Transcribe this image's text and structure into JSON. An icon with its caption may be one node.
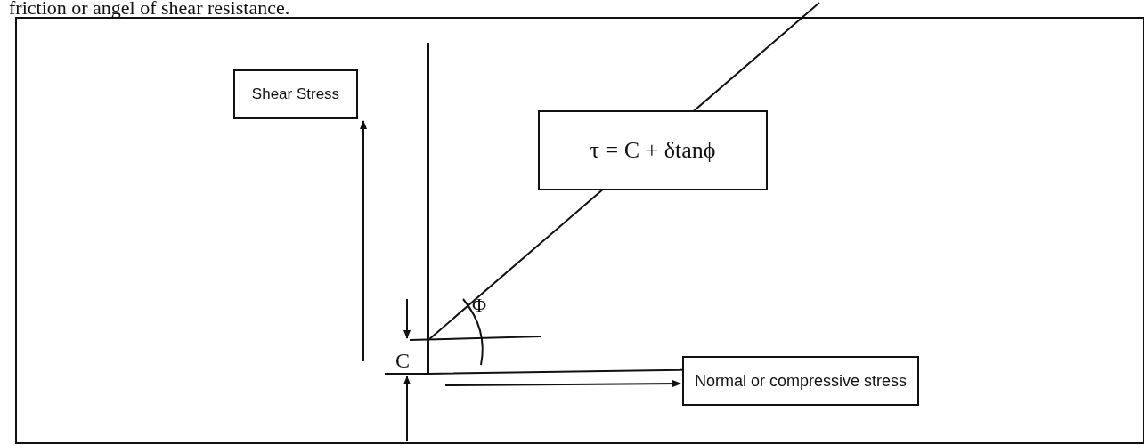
{
  "diagram": {
    "nodes": [
      {
        "text": [
          "Shear Stress"
        ]
      },
      {
        "text": [
          "τ = C + δtanϕ"
        ]
      },
      {
        "text": [
          "Normal or compressive stress"
        ]
      }
    ],
    "edges": [
      {
        "from": null,
        "to": 0,
        "arrow": "to"
      },
      {
        "from": null,
        "to": 2,
        "arrow": "to"
      }
    ],
    "labels": [
      "friction or angel of shear resistance.",
      "Φ",
      "C"
    ]
  }
}
